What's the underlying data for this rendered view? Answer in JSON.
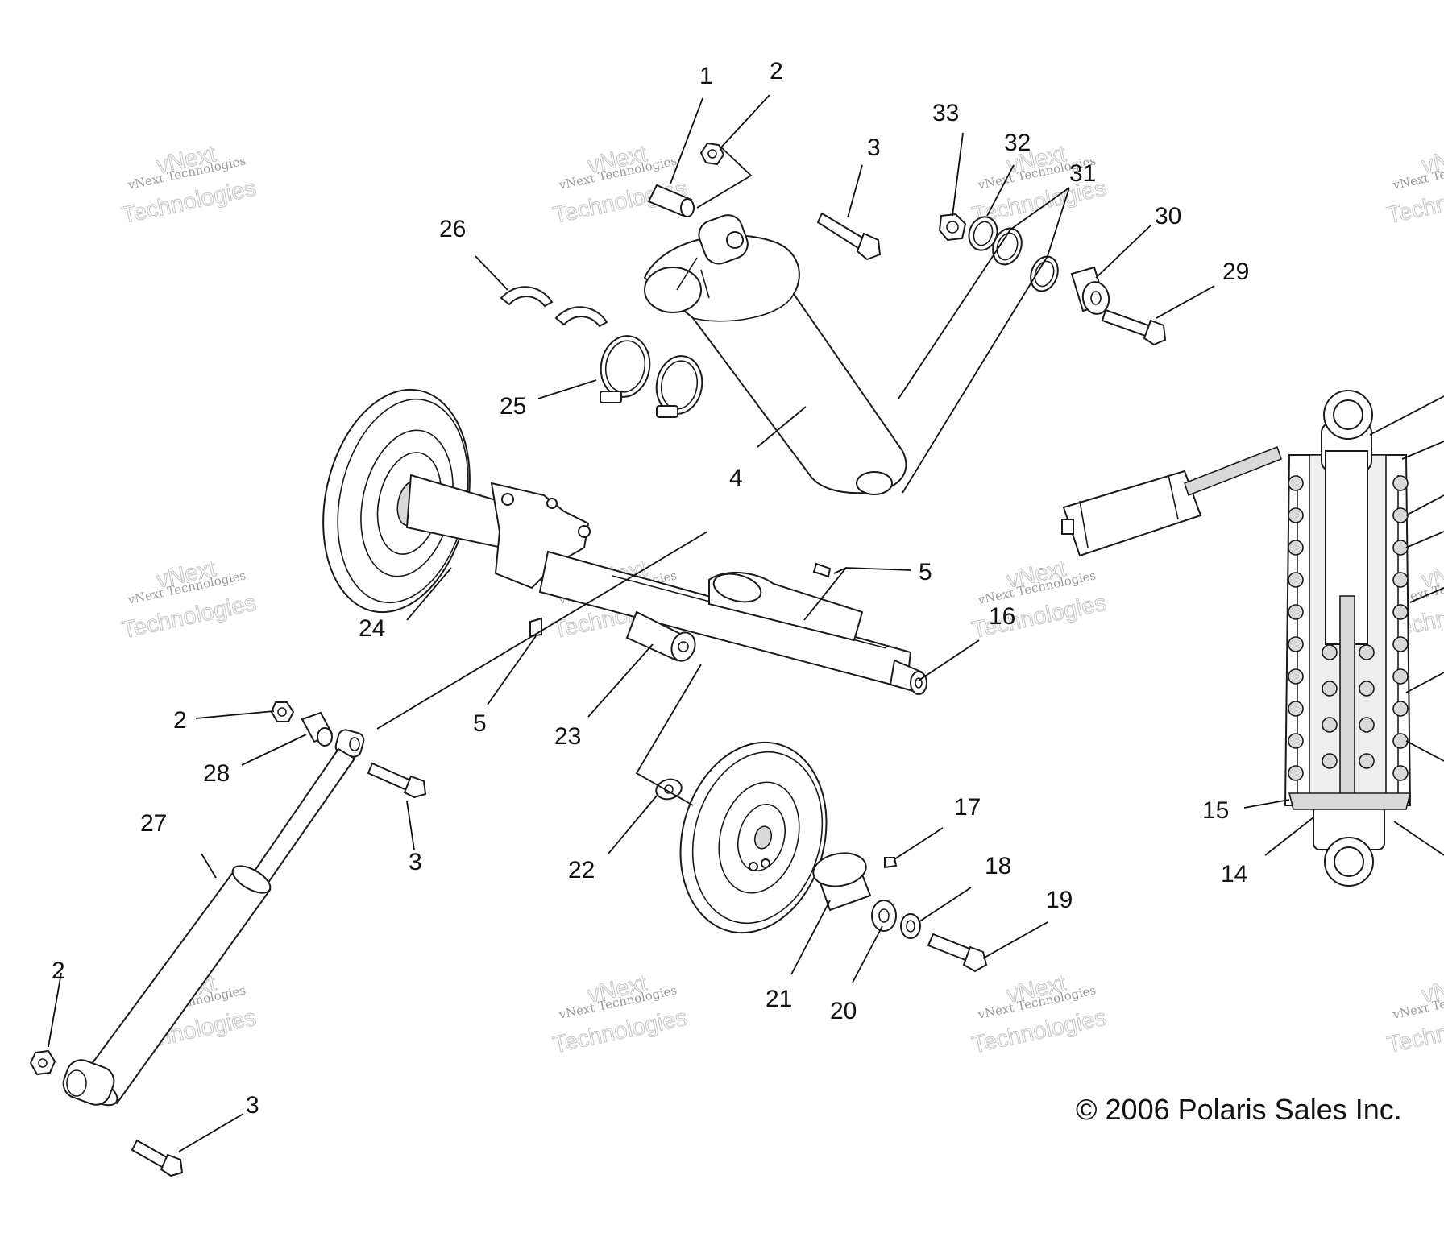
{
  "diagram": {
    "callouts": [
      "1",
      "2",
      "3",
      "33",
      "32",
      "31",
      "26",
      "30",
      "29",
      "25",
      "4",
      "5",
      "16",
      "24",
      "2",
      "28",
      "23",
      "5",
      "27",
      "3",
      "22",
      "17",
      "18",
      "19",
      "15",
      "14",
      "2",
      "21",
      "20",
      "3"
    ],
    "copyright": "© 2006 Polaris Sales Inc.",
    "watermark": {
      "line1": "vNext Technologies",
      "line2": "vNext",
      "line3": "Technologies"
    }
  }
}
